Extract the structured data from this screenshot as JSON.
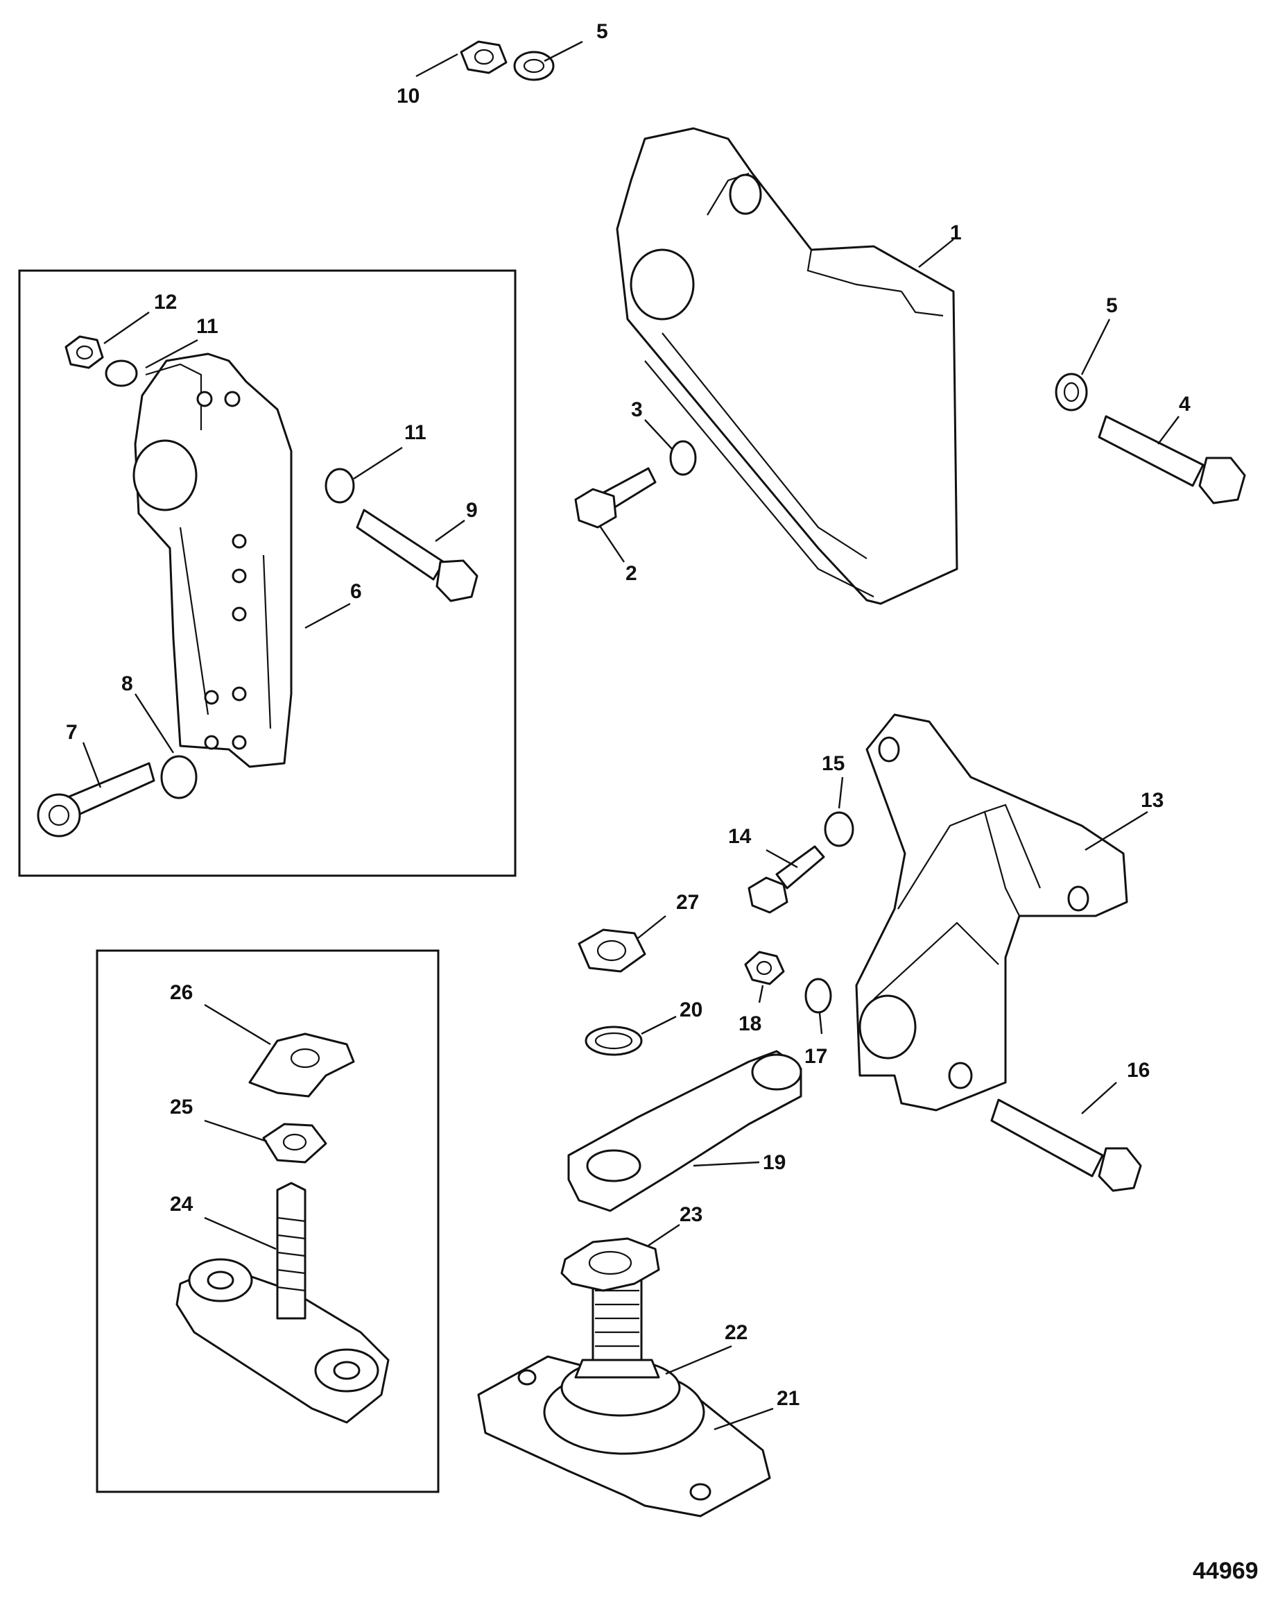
{
  "diagram": {
    "drawing_number": "44969",
    "callouts": [
      "1",
      "2",
      "3",
      "4",
      "5",
      "5",
      "6",
      "7",
      "8",
      "9",
      "10",
      "11",
      "11",
      "12",
      "13",
      "14",
      "15",
      "16",
      "17",
      "18",
      "19",
      "20",
      "21",
      "22",
      "23",
      "24",
      "25",
      "26",
      "27"
    ]
  },
  "colors": {
    "ink": "#111111",
    "paper": "#ffffff"
  }
}
